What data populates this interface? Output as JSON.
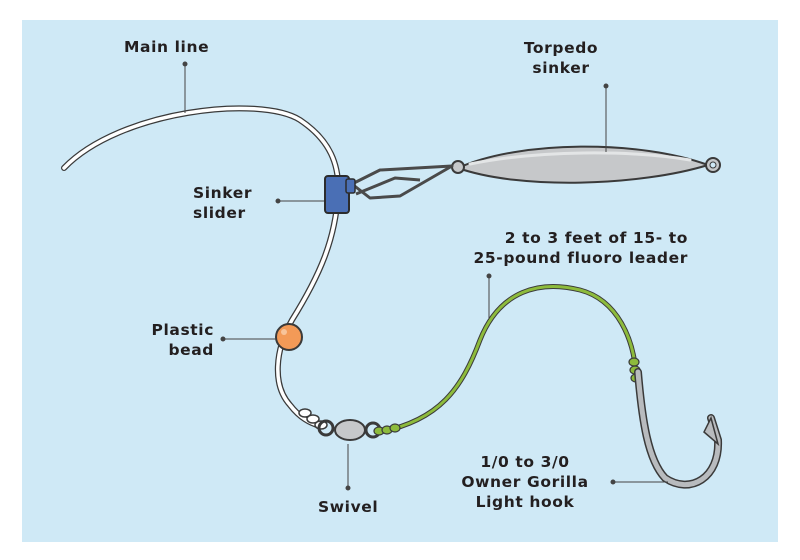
{
  "labels": {
    "main_line": "Main line",
    "torpedo_sinker": "Torpedo\nsinker",
    "sinker_slider": "Sinker\nslider",
    "leader": "2 to 3 feet of 15- to\n25-pound fluoro leader",
    "plastic_bead": "Plastic\nbead",
    "swivel": "Swivel",
    "hook": "1/0 to 3/0\nOwner Gorilla\nLight hook"
  },
  "colors": {
    "background": "#cfe9f6",
    "line": "#ffffff",
    "outline": "#333333",
    "sinker": "#c6c8ca",
    "slider": "#4a6fb5",
    "bead": "#f39a57",
    "leader": "#8dbb3c",
    "hook": "#b8bbbe"
  }
}
